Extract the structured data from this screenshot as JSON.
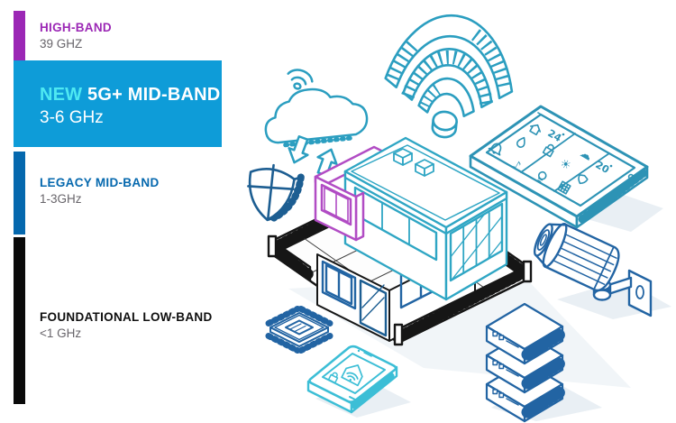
{
  "page": {
    "background": "#ffffff"
  },
  "bands": {
    "high": {
      "label": "HIGH-BAND",
      "freq": "39 GHZ",
      "color": "#9B27B5"
    },
    "new_mid": {
      "tag": "NEW",
      "label": "5G+ MID-BAND",
      "freq": "3-6 GHz",
      "bg_color": "#0E9CD8",
      "tag_color": "#4EE9F2"
    },
    "legacy_mid": {
      "label": "LEGACY MID-BAND",
      "freq": "1-3GHz",
      "color": "#0568AE"
    },
    "low": {
      "label": "FOUNDATIONAL LOW-BAND",
      "freq": "<1 GHz",
      "color": "#0a0a0a"
    }
  },
  "illustration": {
    "colors": {
      "teal": "#2B9EC0",
      "cyan": "#3CBED6",
      "blue": "#2264A3",
      "navy": "#1D5E92",
      "magenta": "#B14CC4",
      "black": "#161616"
    },
    "elements": [
      "cloud-sync-icon",
      "wifi-signal-icon",
      "smart-home-tablet",
      "security-shield-icon",
      "smart-building",
      "cpu-chip-icon",
      "smartphone-icon",
      "server-stack-icon",
      "security-camera-icon"
    ],
    "tablet": {
      "upper_value": "24",
      "lower_value": "20",
      "music_glyph": "♪",
      "sun_glyph": "☀",
      "cloud_glyph": "☁",
      "icons": [
        "alarm-bell",
        "house",
        "water-drop",
        "temperature-24",
        "lock",
        "music-note",
        "light-bulb",
        "keypad",
        "sun",
        "cloud-weather",
        "temperature-20",
        "shield"
      ]
    }
  }
}
